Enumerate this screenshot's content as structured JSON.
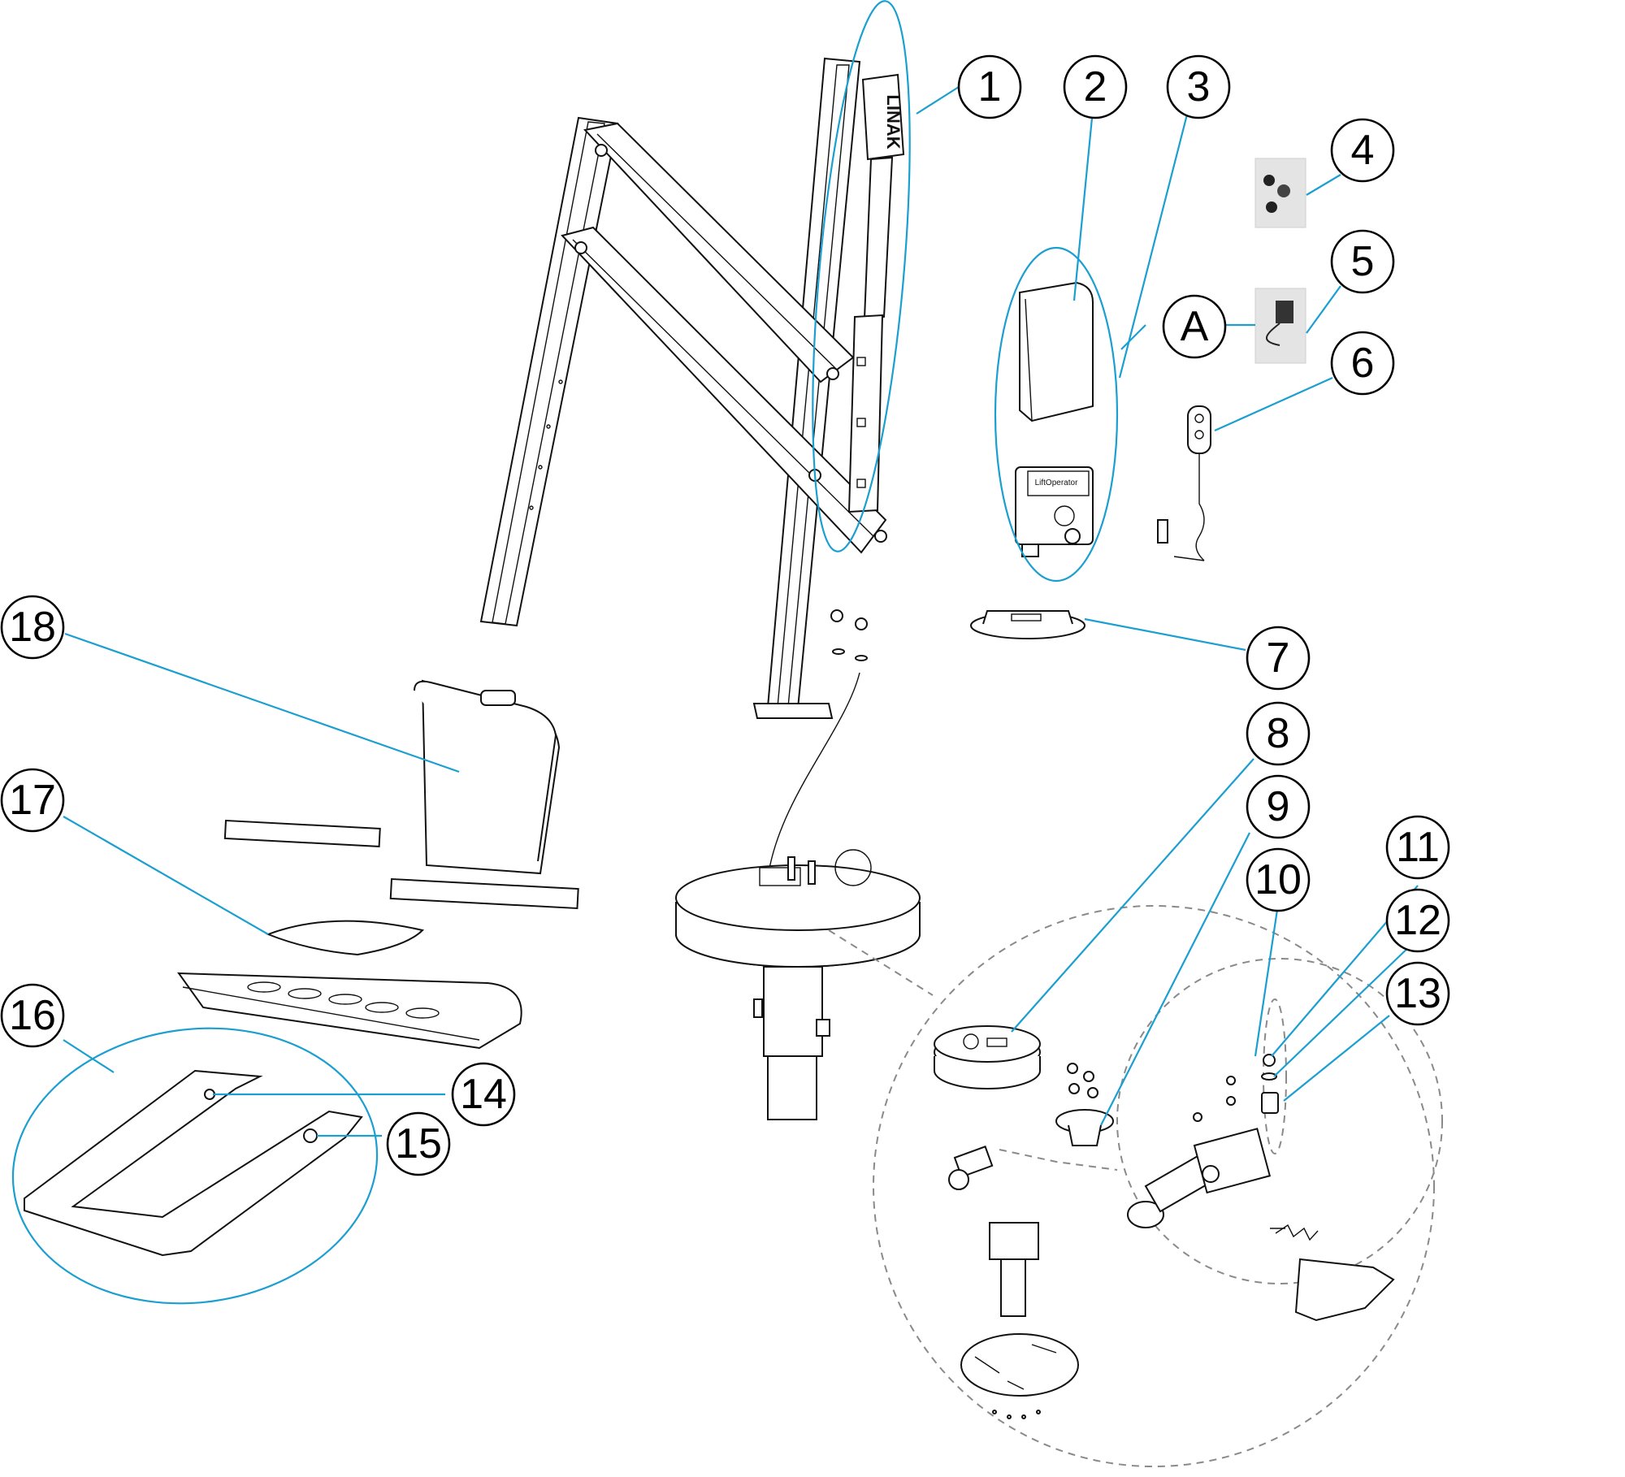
{
  "diagram": {
    "callouts": [
      {
        "label": "1"
      },
      {
        "label": "2"
      },
      {
        "label": "3"
      },
      {
        "label": "4"
      },
      {
        "label": "5"
      },
      {
        "label": "6"
      },
      {
        "label": "A"
      },
      {
        "label": "7"
      },
      {
        "label": "8"
      },
      {
        "label": "9"
      },
      {
        "label": "10"
      },
      {
        "label": "11"
      },
      {
        "label": "12"
      },
      {
        "label": "13"
      },
      {
        "label": "14"
      },
      {
        "label": "15"
      },
      {
        "label": "16"
      },
      {
        "label": "17"
      },
      {
        "label": "18"
      }
    ],
    "actuator_brand": "LINAK",
    "control_box_brand": "LiftOperator"
  },
  "colors": {
    "leader": "#1a9fd0",
    "outline": "#111111",
    "dashed": "#8a8a8a"
  }
}
